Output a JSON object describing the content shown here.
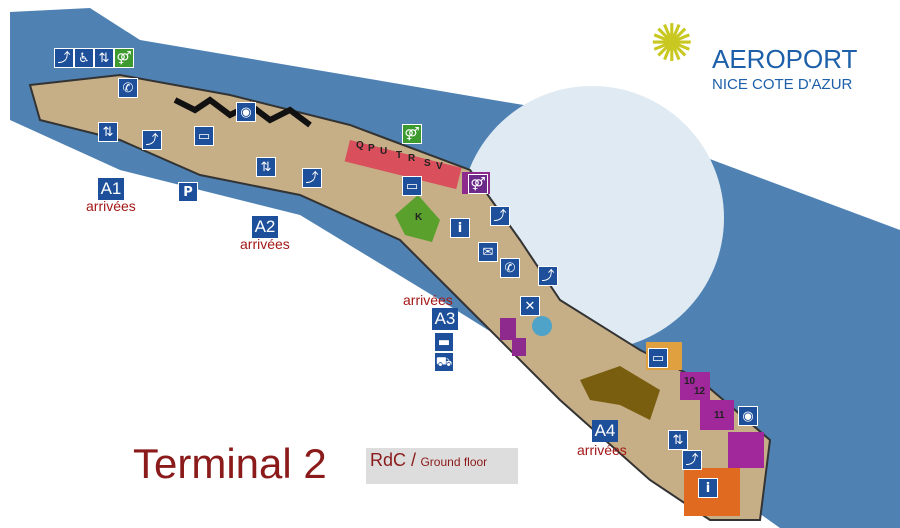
{
  "logo": {
    "line1": "AEROPORT",
    "line2": "NICE COTE D'AZUR"
  },
  "title": "Terminal 2",
  "floor": {
    "main": "RdC /",
    "sub": "Ground floor"
  },
  "gates": [
    {
      "code": "A1",
      "label": "arrivées"
    },
    {
      "code": "A2",
      "label": "arrivées"
    },
    {
      "code": "A3",
      "label": "arrivées"
    },
    {
      "code": "A4",
      "label": "arrivées"
    }
  ],
  "counters": [
    "Q",
    "P",
    "U",
    "T",
    "R",
    "S",
    "V"
  ],
  "zone_k": "K",
  "gate_numbers": [
    "10",
    "12",
    "11"
  ],
  "parking": "P",
  "colors": {
    "water": "#4f82b3",
    "floor": "#c6ae86",
    "counters": "#d9505c",
    "purple": "#8e2a8e",
    "green": "#5aa02c",
    "orange": "#e0a040",
    "accent": "#8b1a1a"
  }
}
